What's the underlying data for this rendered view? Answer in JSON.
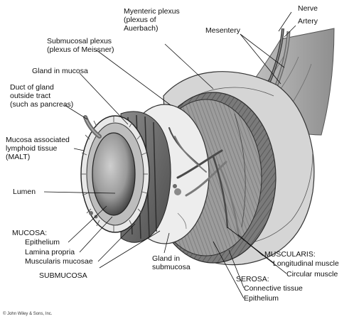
{
  "labels": {
    "nerve": "Nerve",
    "artery": "Artery",
    "mesentery": "Mesentery",
    "myenteric_plexus": "Myenteric plexus\n(plexus of\nAuerbach)",
    "submucosal_plexus": "Submucosal plexus\n(plexus of Meissner)",
    "gland_in_mucosa": "Gland in mucosa",
    "duct_of_gland": "Duct of gland\noutside tract\n(such as pancreas)",
    "malt": "Mucosa associated\nlymphoid tissue\n(MALT)",
    "lumen": "Lumen",
    "mucosa_heading": "MUCOSA:",
    "epithelium_mucosa": "Epithelium",
    "lamina_propria": "Lamina propria",
    "muscularis_mucosae": "Muscularis mucosae",
    "submucosa": "SUBMUCOSA",
    "gland_in_submucosa": "Gland in\nsubmucosa",
    "muscularis_heading": "MUSCULARIS:",
    "longitudinal_muscle": "Longitudinal muscle",
    "circular_muscle": "Circular muscle",
    "serosa_heading": "SEROSA:",
    "connective_tissue": "Connective tissue",
    "epithelium_serosa": "Epithelium"
  },
  "copyright": "© John Wiley & Sons, Inc."
}
